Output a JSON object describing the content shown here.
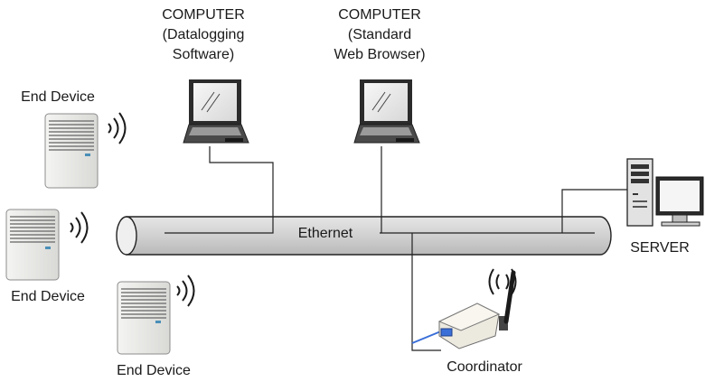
{
  "computers": [
    {
      "lines": [
        "COMPUTER",
        "(Datalogging",
        "Software)"
      ]
    },
    {
      "lines": [
        "COMPUTER",
        "(Standard",
        "Web Browser)"
      ]
    }
  ],
  "end_devices": [
    {
      "label": "End Device"
    },
    {
      "label": "End Device"
    },
    {
      "label": "End Device"
    }
  ],
  "network": {
    "label": "Ethernet"
  },
  "server": {
    "label": "SERVER"
  },
  "coordinator": {
    "label": "Coordinator"
  }
}
